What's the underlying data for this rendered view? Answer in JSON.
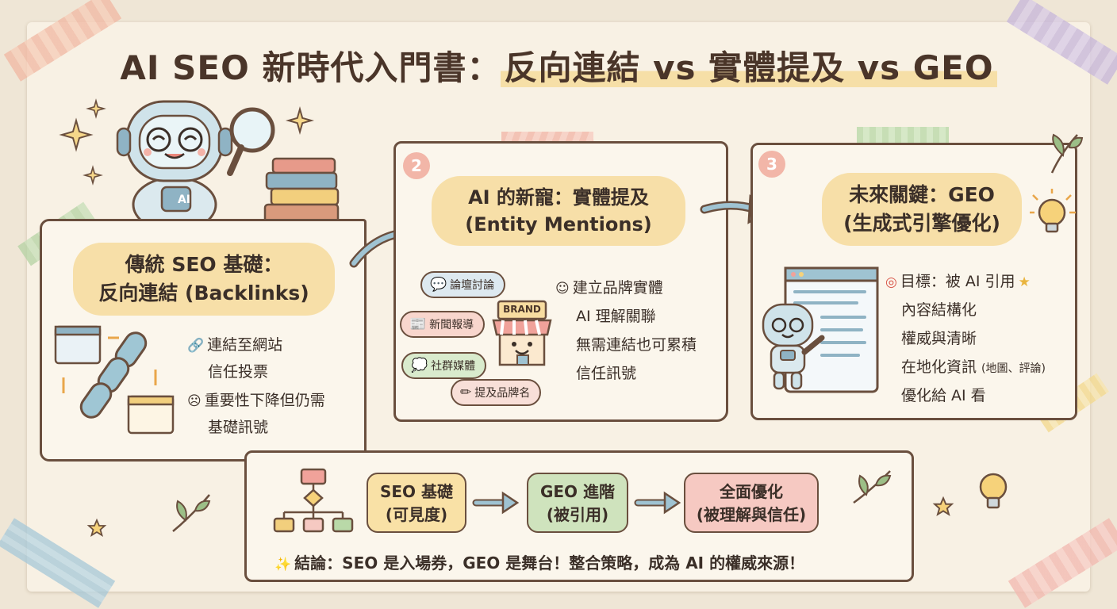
{
  "title": {
    "main": "AI SEO 新時代入門書：",
    "highlight": "反向連結 vs 實體提及 vs GEO"
  },
  "panel1": {
    "heading_line1": "傳統 SEO 基礎：",
    "heading_line2": "反向連結 (Backlinks)",
    "items": [
      {
        "icon": "link-icon",
        "text": "連結至網站"
      },
      {
        "icon": "",
        "text": "信任投票"
      },
      {
        "icon": "sad-face-icon",
        "text": "重要性下降但仍需"
      },
      {
        "icon": "",
        "text": "基礎訊號"
      }
    ],
    "robot_badge": "AI"
  },
  "panel2": {
    "number": "2",
    "heading_line1": "AI 的新寵：實體提及",
    "heading_line2": "(Entity Mentions)",
    "bubbles": [
      {
        "icon": "speech-icon",
        "text": "論壇討論"
      },
      {
        "icon": "newspaper-icon",
        "text": "新聞報導"
      },
      {
        "icon": "chat-icon",
        "text": "社群媒體"
      },
      {
        "icon": "pencil-icon",
        "text": "提及品牌名"
      }
    ],
    "store_sign": "BRAND",
    "items": [
      {
        "icon": "smile-icon",
        "text": "建立品牌實體"
      },
      {
        "icon": "",
        "text": "AI 理解關聯"
      },
      {
        "icon": "",
        "text": "無需連結也可累積"
      },
      {
        "icon": "",
        "text": "信任訊號"
      }
    ]
  },
  "panel3": {
    "number": "3",
    "heading_line1": "未來關鍵：GEO",
    "heading_line2": "(生成式引擎優化)",
    "goal": "目標：被 AI 引用",
    "items": [
      {
        "text": "內容結構化",
        "note": ""
      },
      {
        "text": "權威與清晰",
        "note": ""
      },
      {
        "text": "在地化資訊 ",
        "note": "(地圖、評論)"
      },
      {
        "text": "優化給 AI 看",
        "note": ""
      }
    ]
  },
  "flow": {
    "steps": [
      {
        "line1": "SEO 基礎",
        "line2": "(可見度)",
        "color": "#f9e1a6"
      },
      {
        "line1": "GEO 進階",
        "line2": "(被引用)",
        "color": "#cfe3bd"
      },
      {
        "line1": "全面優化",
        "line2": "(被理解與信任)",
        "color": "#f6c9c2"
      }
    ],
    "conclusion": "結論：SEO 是入場券，GEO 是舞台！整合策略，成為 AI 的權威來源！"
  }
}
